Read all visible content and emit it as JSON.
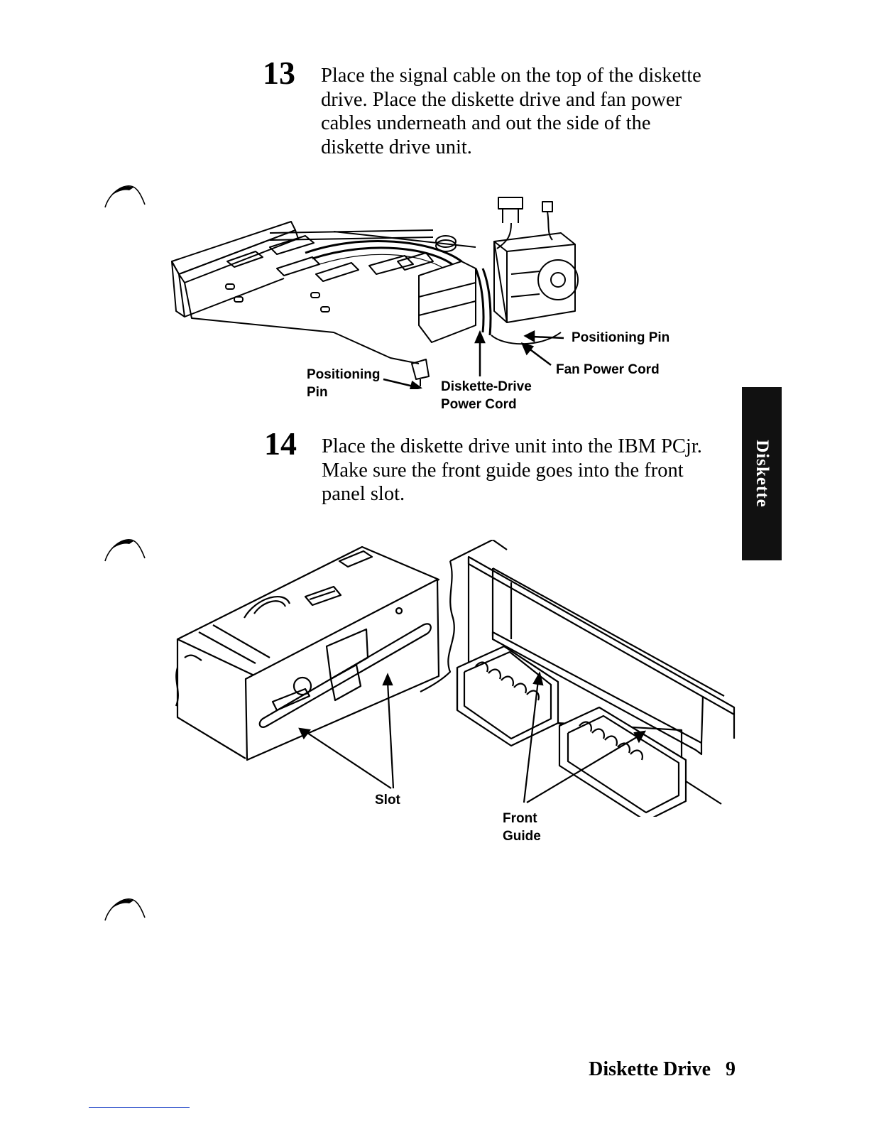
{
  "steps": [
    {
      "number": "13",
      "lines": [
        "Place the signal cable on the top of the diskette",
        "drive. Place the diskette drive and fan power",
        "cables underneath and out the side of the",
        "diskette drive unit."
      ]
    },
    {
      "number": "14",
      "lines": [
        "Place the diskette drive unit into the IBM PCjr.",
        "Make sure the front guide goes into the front",
        "panel slot."
      ]
    }
  ],
  "figure1": {
    "callouts": {
      "positioning_pin_right": "Positioning Pin",
      "fan_power_cord": "Fan Power Cord",
      "positioning_pin_left_1": "Positioning",
      "positioning_pin_left_2": "Pin",
      "diskette_power_1": "Diskette-Drive",
      "diskette_power_2": "Power Cord"
    }
  },
  "figure2": {
    "callouts": {
      "slot": "Slot",
      "front_guide_1": "Front",
      "front_guide_2": "Guide"
    }
  },
  "side_tab": {
    "label": "Diskette"
  },
  "footer": {
    "section": "Diskette Drive",
    "page": "9"
  }
}
